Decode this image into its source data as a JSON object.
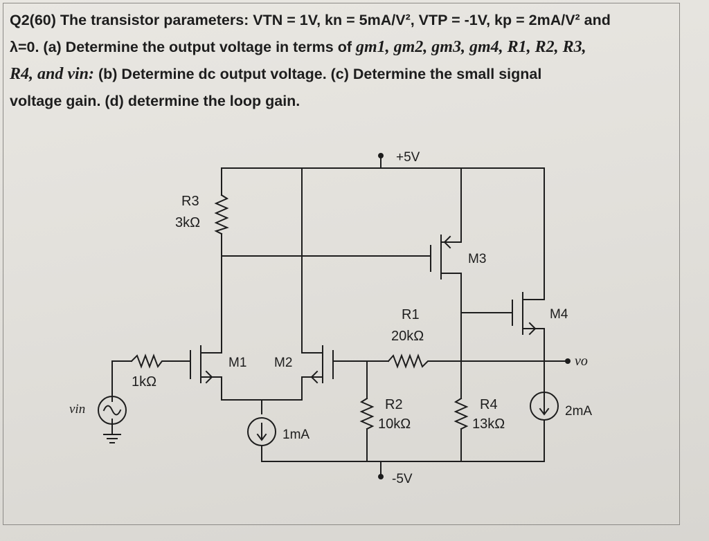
{
  "question": {
    "line1": "Q2(60) The transistor parameters: VTN = 1V, kn = 5mA/V², VTP = -1V, kp = 2mA/V² and",
    "line2_a": "λ=0. (a) Determine the output voltage in terms of ",
    "line2_syms": "gm1, gm2, gm3, gm4, R1, R2, R3,",
    "line3_syms": "R4, and vin:",
    "line3_b": " (b) Determine dc output voltage. (c) Determine the small signal",
    "line4": "voltage gain. (d) determine the loop gain."
  },
  "circuit": {
    "vplus": "+5V",
    "vminus": "-5V",
    "r3_name": "R3",
    "r3_value": "3kΩ",
    "r1_name": "R1",
    "r1_value": "20kΩ",
    "r2_name": "R2",
    "r2_value": "10kΩ",
    "r4_name": "R4",
    "r4_value": "13kΩ",
    "rin_value": "1kΩ",
    "m1": "M1",
    "m2": "M2",
    "m3": "M3",
    "m4": "M4",
    "vin": "vin",
    "vo": "vo",
    "i_tail": "1mA",
    "i_out": "2mA"
  }
}
